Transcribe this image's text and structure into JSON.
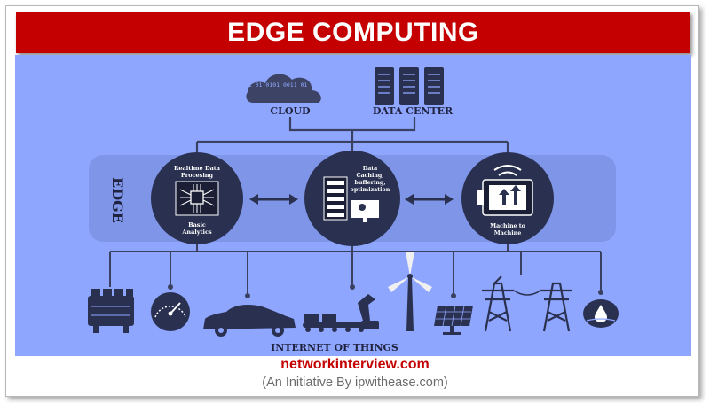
{
  "header": {
    "title": "EDGE COMPUTING"
  },
  "diagram": {
    "top_nodes": {
      "cloud_label": "CLOUD",
      "datacenter_label": "DATA CENTER",
      "cloud_binary": "0101 01 0101 0011 01 0101"
    },
    "edge_label": "EDGE",
    "edge_nodes": [
      {
        "top_text_1": "Realtime Data",
        "top_text_2": "Procesing",
        "bottom_text_1": "Basic",
        "bottom_text_2": "Analytics"
      },
      {
        "top_text_1": "Data",
        "top_text_2": "Caching,",
        "top_text_3": "buffering,",
        "top_text_4": "optimization"
      },
      {
        "bottom_text_1": "Machine to",
        "bottom_text_2": "Machine"
      }
    ],
    "iot_label": "INTERNET OF THINGS",
    "iot_devices": [
      "engine-icon",
      "gauge-icon",
      "car-icon",
      "robot-arm-conveyor-icon",
      "wind-turbine-icon",
      "solar-panel-icon",
      "power-tower-icon",
      "power-tower-icon",
      "water-drop-icon"
    ],
    "colors": {
      "panel": "#8fa6ff",
      "edge_band": "#7f95e8",
      "node": "#2a3150",
      "line": "#3a4060",
      "banner": "#c40000"
    }
  },
  "footer": {
    "site": "networkinterview.com",
    "initiative": "(An Initiative By ipwithease.com)"
  }
}
